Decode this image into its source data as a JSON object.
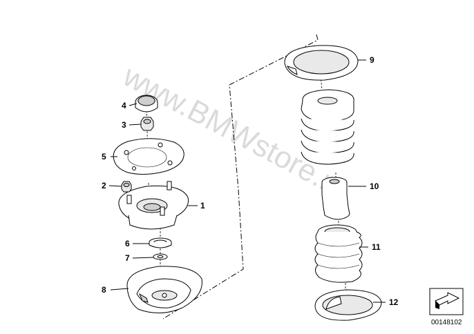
{
  "watermark": "www.BMWstore.ru",
  "diagram_id": "00148102",
  "callouts": {
    "p1": "1",
    "p2": "2",
    "p3": "3",
    "p4": "4",
    "p5": "5",
    "p6": "6",
    "p7": "7",
    "p8": "8",
    "p9": "9",
    "p10": "10",
    "p11": "11",
    "p12": "12"
  }
}
